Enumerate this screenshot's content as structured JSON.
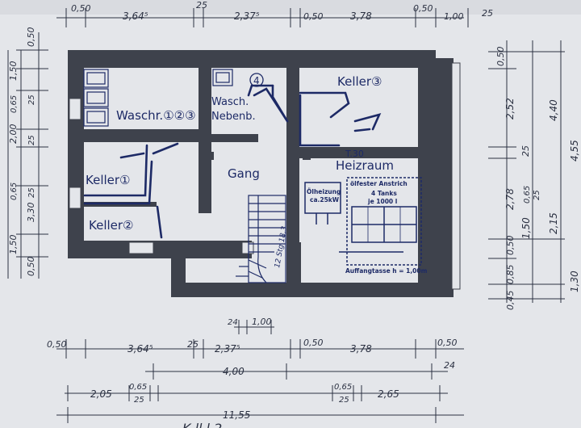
{
  "plan": {
    "rooms": {
      "waschr": "Waschr.①②③",
      "wasch_neben_1": "Wasch.",
      "wasch_neben_2": "Nebenb.",
      "keller3": "Keller③",
      "keller1": "Keller①",
      "keller2": "Keller②",
      "gang": "Gang",
      "heizraum": "Heizraum",
      "t30": "T.30",
      "marker4": "4"
    },
    "annotations": {
      "oeltank_1": "Ölheizung",
      "oeltank_2": "ca.25kW",
      "anstrich": "ölfester Anstrich",
      "tanks_1": "4 Tanks",
      "tanks_2": "je 1000 l",
      "auffang": "Auffangtasse h = 1,00m",
      "stairs": "12 Stg 18,3"
    },
    "dims_top": [
      "0,50",
      "3,64⁵",
      "25",
      "2,37⁵",
      "0,50",
      "3,78",
      "0,50",
      "1,00",
      "25"
    ],
    "dims_bottom_1": [
      "24",
      "1,00"
    ],
    "dims_bottom_2": [
      "0,50",
      "3,64⁵",
      "25",
      "2,37⁵",
      "0,50",
      "3,78",
      "0,50"
    ],
    "dims_bottom_3": [
      "4,00",
      "24"
    ],
    "dims_bottom_4": [
      "2,05",
      "0,65",
      "25",
      "0,65",
      "25",
      "2,65"
    ],
    "dims_bottom_5": [
      "11,55"
    ],
    "dims_left": [
      "0,50",
      "1,50",
      "0,65",
      "25",
      "2,00",
      "25",
      "0,65",
      "25",
      "3,30",
      "1,50",
      "0,50"
    ],
    "dims_right": [
      "0,50",
      "2,52",
      "25",
      "4,40",
      "4,55",
      "2,78",
      "0,65",
      "25",
      "1,50",
      "2,15",
      "0,50",
      "0,85",
      "1,30",
      "0,45"
    ],
    "footer_partial": "K ll          l  2"
  }
}
